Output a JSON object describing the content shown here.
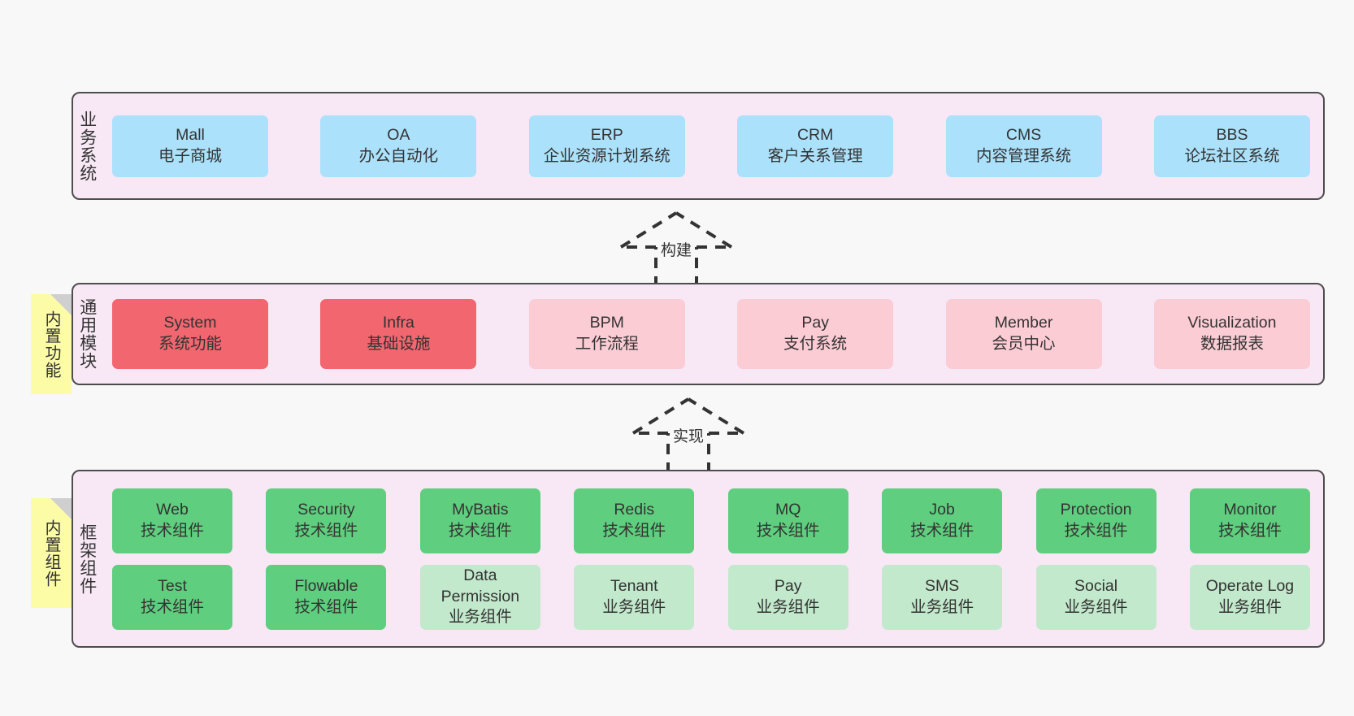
{
  "page": {
    "background": "#f8f8f8",
    "box_border": "#4d4d4d",
    "layer_fill": "#f8e8f5",
    "text_color": "#333333"
  },
  "layers": [
    {
      "id": "business-system",
      "label": "业务系统",
      "accent": "#ace1fb",
      "items": [
        {
          "en": "Mall",
          "cn": "电子商城",
          "color": "#ace1fb"
        },
        {
          "en": "OA",
          "cn": "办公自动化",
          "color": "#ace1fb"
        },
        {
          "en": "ERP",
          "cn": "企业资源计划系统",
          "color": "#ace1fb"
        },
        {
          "en": "CRM",
          "cn": "客户关系管理",
          "color": "#ace1fb"
        },
        {
          "en": "CMS",
          "cn": "内容管理系统",
          "color": "#ace1fb"
        },
        {
          "en": "BBS",
          "cn": "论坛社区系统",
          "color": "#ace1fb"
        }
      ]
    },
    {
      "id": "common-module",
      "label": "通用模块",
      "sticky": "内置功能",
      "accent": "#f1666f",
      "items": [
        {
          "en": "System",
          "cn": "系统功能",
          "color": "#f1666f"
        },
        {
          "en": "Infra",
          "cn": "基础设施",
          "color": "#f1666f"
        },
        {
          "en": "BPM",
          "cn": "工作流程",
          "color": "#fcccd4"
        },
        {
          "en": "Pay",
          "cn": "支付系统",
          "color": "#fcccd4"
        },
        {
          "en": "Member",
          "cn": "会员中心",
          "color": "#fcccd4"
        },
        {
          "en": "Visualization",
          "cn": "数据报表",
          "color": "#fcccd4"
        }
      ]
    },
    {
      "id": "framework-component",
      "label": "框架组件",
      "sticky": "内置组件",
      "accent": "#5fce7e",
      "rows": [
        [
          {
            "en": "Web",
            "cn": "技术组件",
            "color": "#5fce7e"
          },
          {
            "en": "Security",
            "cn": "技术组件",
            "color": "#5fce7e"
          },
          {
            "en": "MyBatis",
            "cn": "技术组件",
            "color": "#5fce7e"
          },
          {
            "en": "Redis",
            "cn": "技术组件",
            "color": "#5fce7e"
          },
          {
            "en": "MQ",
            "cn": "技术组件",
            "color": "#5fce7e"
          },
          {
            "en": "Job",
            "cn": "技术组件",
            "color": "#5fce7e"
          },
          {
            "en": "Protection",
            "cn": "技术组件",
            "color": "#5fce7e"
          },
          {
            "en": "Monitor",
            "cn": "技术组件",
            "color": "#5fce7e"
          }
        ],
        [
          {
            "en": "Test",
            "cn": "技术组件",
            "color": "#5fce7e"
          },
          {
            "en": "Flowable",
            "cn": "技术组件",
            "color": "#5fce7e"
          },
          {
            "en": "Data Permission",
            "cn": "业务组件",
            "color": "#c2e9cc"
          },
          {
            "en": "Tenant",
            "cn": "业务组件",
            "color": "#c2e9cc"
          },
          {
            "en": "Pay",
            "cn": "业务组件",
            "color": "#c2e9cc"
          },
          {
            "en": "SMS",
            "cn": "业务组件",
            "color": "#c2e9cc"
          },
          {
            "en": "Social",
            "cn": "业务组件",
            "color": "#c2e9cc"
          },
          {
            "en": "Operate Log",
            "cn": "业务组件",
            "color": "#c2e9cc"
          }
        ]
      ]
    }
  ],
  "arrows": [
    {
      "id": "build",
      "label": "构建"
    },
    {
      "id": "implement",
      "label": "实现"
    }
  ]
}
